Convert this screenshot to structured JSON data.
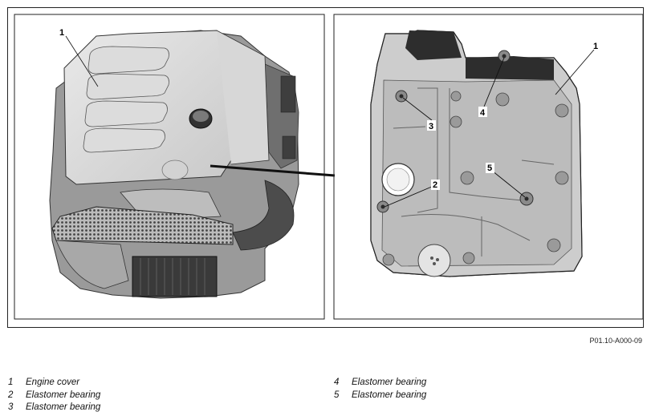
{
  "figure": {
    "id": "P01.10-A000-09",
    "left_callouts": [
      "1"
    ],
    "right_callouts": [
      "1",
      "2",
      "3",
      "4",
      "5"
    ]
  },
  "legend": [
    {
      "num": "1",
      "text": "Engine cover"
    },
    {
      "num": "2",
      "text": "Elastomer bearing"
    },
    {
      "num": "3",
      "text": "Elastomer bearing"
    },
    {
      "num": "4",
      "text": "Elastomer bearing"
    },
    {
      "num": "5",
      "text": "Elastomer bearing"
    }
  ]
}
